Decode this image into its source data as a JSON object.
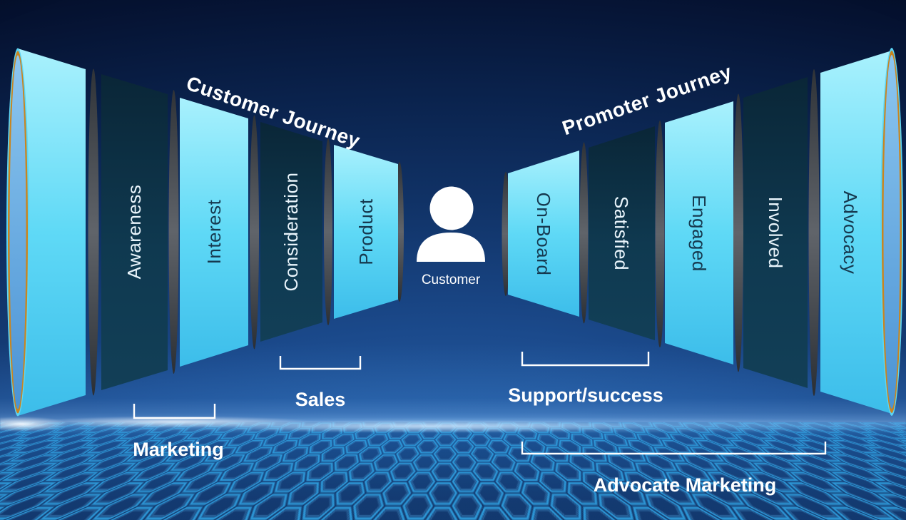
{
  "funnels": {
    "left": {
      "title": "Customer Journey",
      "stages": [
        {
          "label": "Awareness",
          "tone": "dark"
        },
        {
          "label": "Interest",
          "tone": "cyan"
        },
        {
          "label": "Consideration",
          "tone": "dark"
        },
        {
          "label": "Product",
          "tone": "cyan"
        }
      ]
    },
    "right": {
      "title": "Promoter Journey",
      "stages": [
        {
          "label": "On-Board",
          "tone": "cyan"
        },
        {
          "label": "Satisfied",
          "tone": "dark"
        },
        {
          "label": "Engaged",
          "tone": "cyan"
        },
        {
          "label": "Involved",
          "tone": "dark"
        },
        {
          "label": "Advocacy",
          "tone": "cyan"
        }
      ]
    }
  },
  "center_figure": {
    "icon": "person",
    "label": "Customer"
  },
  "phases": {
    "marketing": "Marketing",
    "sales": "Sales",
    "support": "Support/success",
    "advocate": "Advocate Marketing"
  },
  "colors": {
    "cyan_light": "#a9f1fd",
    "cyan": "#5fd9f6",
    "cyan_deep": "#3cbdea",
    "dark_panel": "#0f3950",
    "rim_gray": "#60646a",
    "face_orange": "#c9851f",
    "face_blue": "#6fb0e6",
    "floor_line": "#2f9fe0",
    "text_on_cyan": "#16394f",
    "text_light": "#ffffff"
  }
}
